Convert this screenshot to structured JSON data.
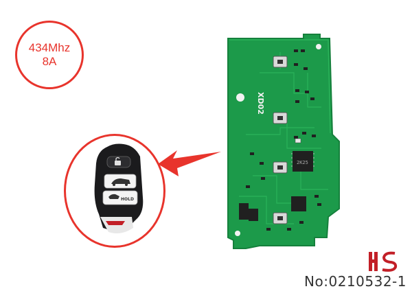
{
  "badge": {
    "line1": "434Mhz",
    "line2": "8A"
  },
  "pcb": {
    "silkscreen": "XD02",
    "chip_label": "2K25"
  },
  "fob": {
    "hold_label": "HOLD"
  },
  "footer": {
    "part_number": "No:0210532-1"
  },
  "colors": {
    "accent": "#e8342c",
    "pcb": "#1c9a4a",
    "pcb_trace": "#2bb35a",
    "fob_body": "#1b1b1d"
  },
  "icons": [
    "unlock-icon",
    "trunk-icon",
    "hold-button-icon",
    "arrow-left-icon",
    "brand-logo"
  ]
}
